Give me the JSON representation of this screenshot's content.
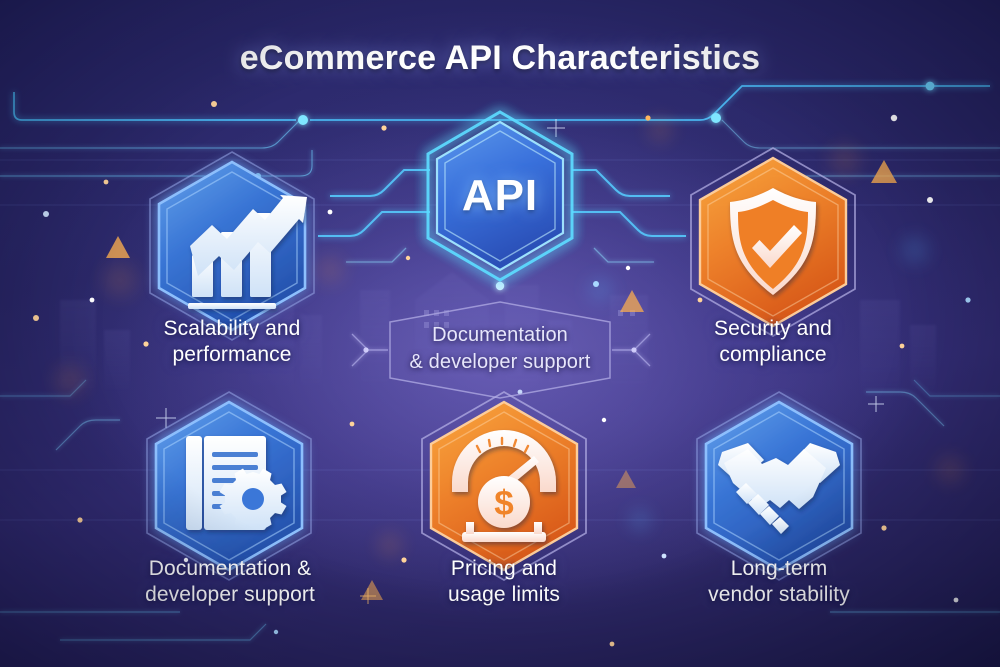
{
  "header": {
    "title": "eCommerce API Characteristics"
  },
  "center": {
    "hub_label": "API",
    "ghost_label": "Documentation\n& developer support"
  },
  "colors": {
    "background_deep": "#2a2766",
    "background_mid": "#322c72",
    "accent_cyan": "#4fd3ff",
    "accent_blue": "#2f6fd6",
    "hex_blue_light": "#5b9ae8",
    "hex_blue_dark": "#2a5fc0",
    "hex_orange_light": "#f79a33",
    "hex_orange_dark": "#e2651c",
    "label_text": "#ffffff",
    "ring_lavender": "#b9b6e6"
  },
  "nodes": [
    {
      "id": "scalability",
      "label": "Scalability and\nperformance",
      "icon": "bar-chart-growth-icon",
      "color": "blue",
      "position": "top-left"
    },
    {
      "id": "security",
      "label": "Security and\ncompliance",
      "icon": "shield-check-icon",
      "color": "orange",
      "position": "top-right"
    },
    {
      "id": "documentation",
      "label": "Documentation &\ndeveloper support",
      "icon": "document-gear-icon",
      "color": "blue",
      "position": "bottom-left"
    },
    {
      "id": "pricing",
      "label": "Pricing and\nusage limits",
      "icon": "gauge-dollar-icon",
      "color": "orange",
      "position": "bottom-center"
    },
    {
      "id": "vendor",
      "label": "Long-term\nvendor stability",
      "icon": "handshake-icon",
      "color": "blue",
      "position": "bottom-right"
    }
  ]
}
